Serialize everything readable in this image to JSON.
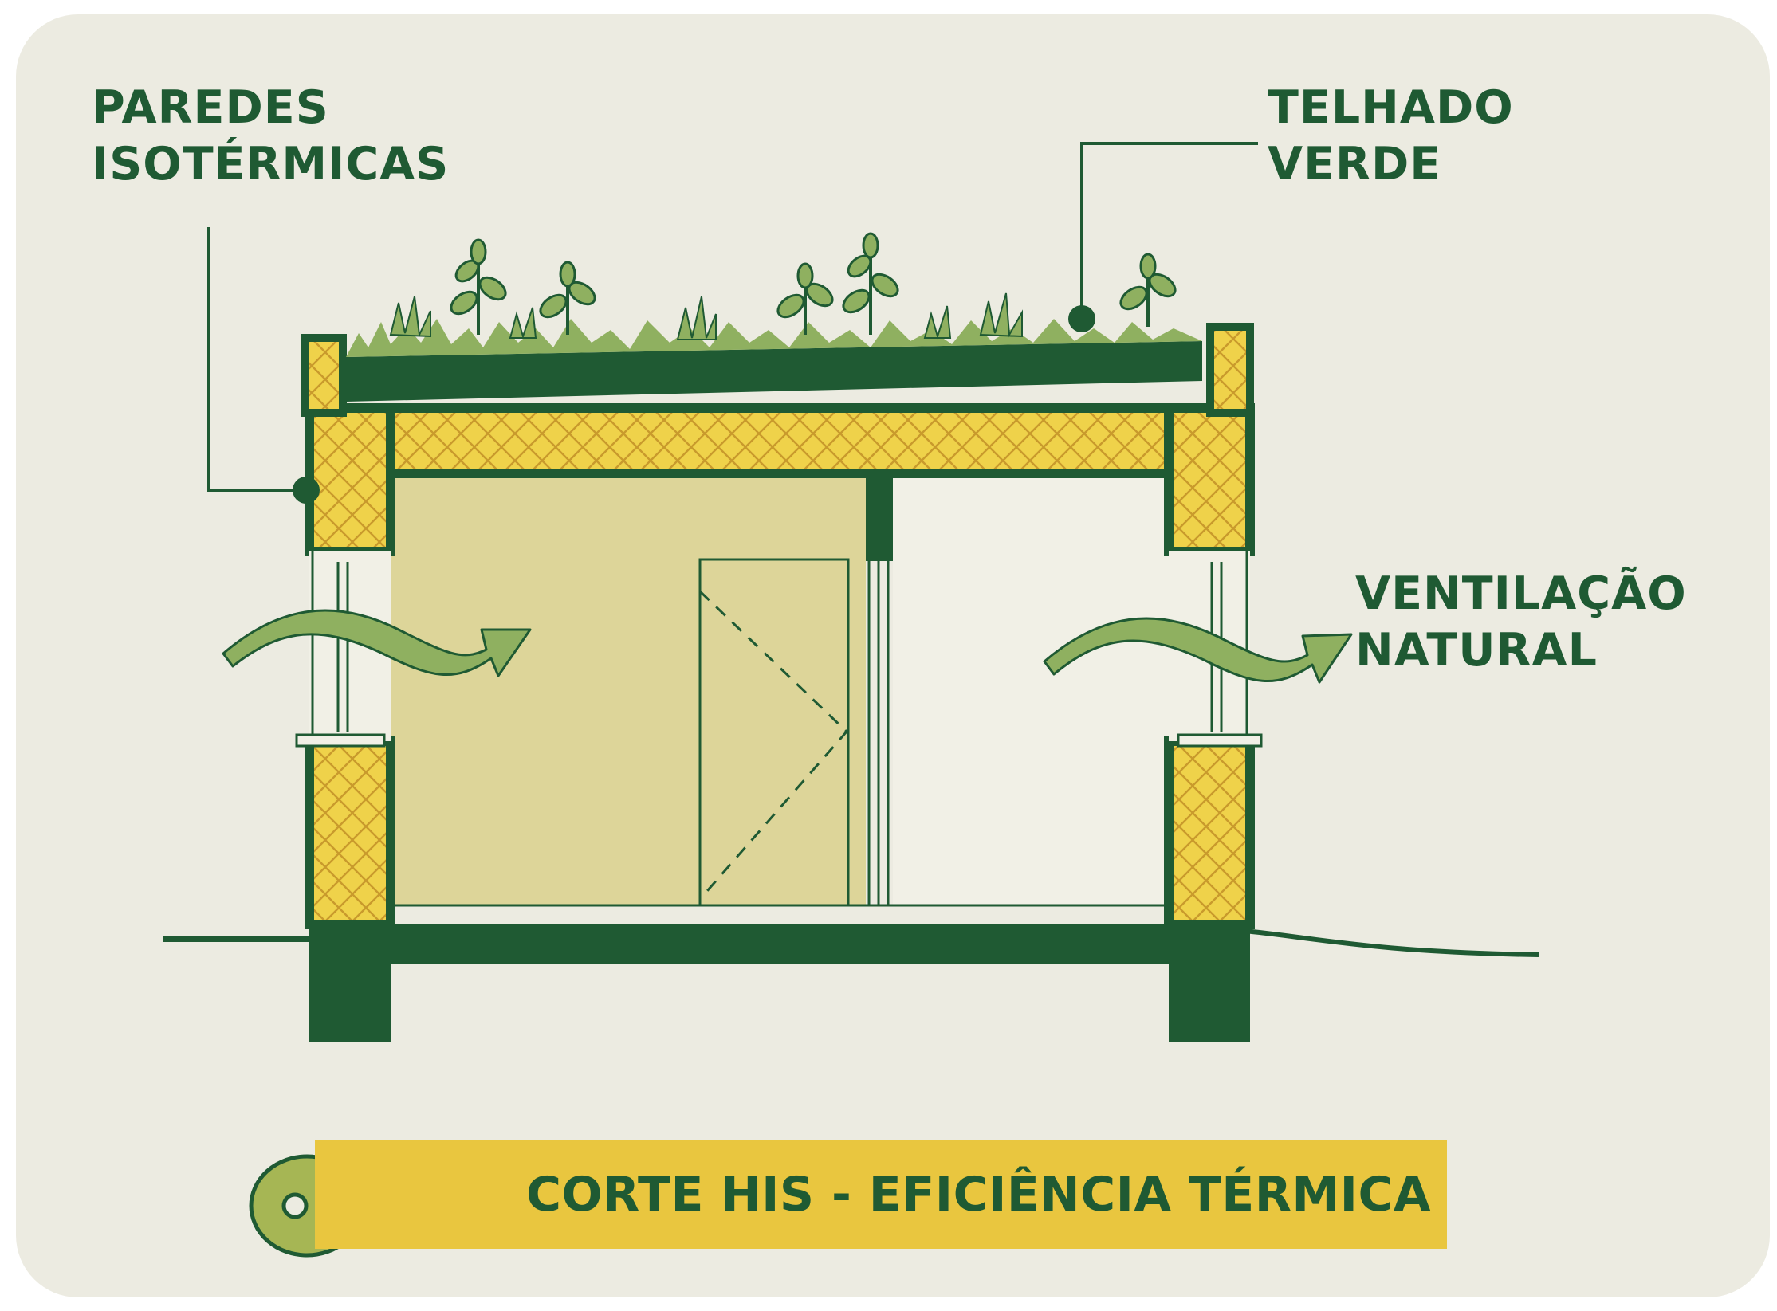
{
  "labels": {
    "paredes": [
      "PAREDES",
      "ISOTÉRMICAS"
    ],
    "telhado": [
      "TELHADO",
      "VERDE"
    ],
    "ventilacao": [
      "VENTILAÇÃO",
      "NATURAL"
    ]
  },
  "caption": "CORTE HIS - EFICIÊNCIA TÉRMICA",
  "colors": {
    "background": "#ecebe1",
    "dark_green": "#1f5a33",
    "light_green": "#8fb060",
    "insulation_yellow": "#efd24a",
    "room_fill": "#ddd599",
    "banner_yellow": "#e9c63f",
    "key_fill": "#a6b654"
  },
  "icons": {
    "caption_icon": "key-icon",
    "airflow": "airflow-arrow-icon",
    "vegetation": "plant-icon"
  }
}
